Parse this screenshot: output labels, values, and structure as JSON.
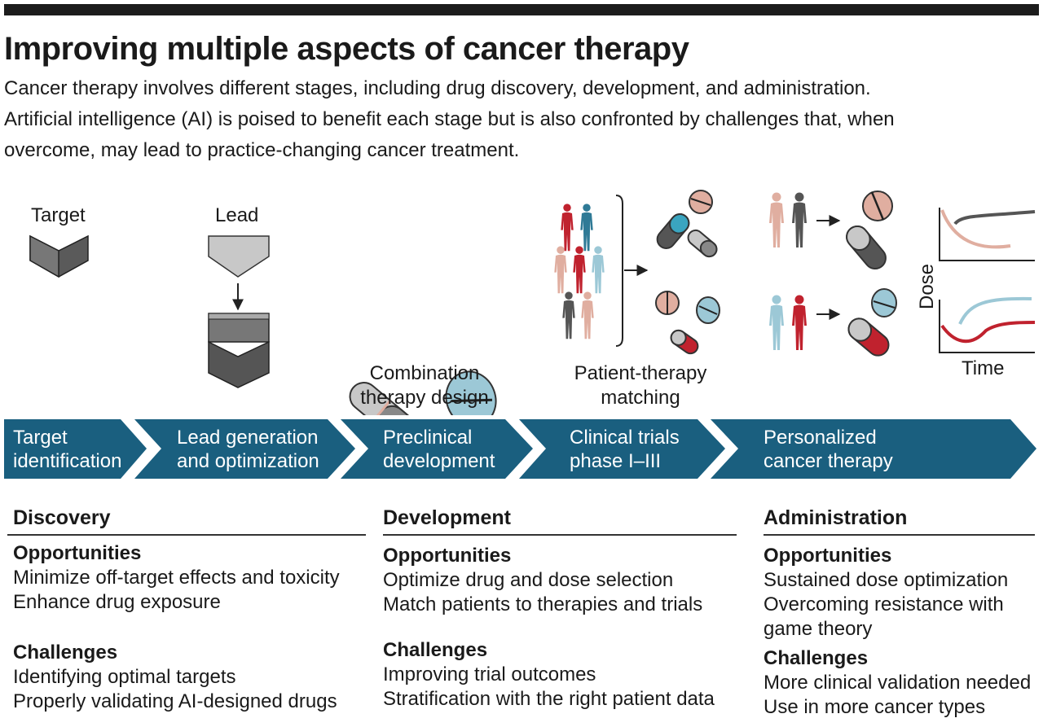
{
  "title": "Improving multiple aspects of cancer therapy",
  "subtitle": [
    "Cancer therapy involves different stages, including drug discovery, development, and administration.",
    "Artificial intelligence (AI) is poised to benefit each stage but is also confronted by challenges that, when",
    "overcome, may lead to practice-changing cancer treatment."
  ],
  "illustration_labels": {
    "target": "Target",
    "lead": "Lead",
    "combination": [
      "Combination",
      "therapy design"
    ],
    "patient_matching": [
      "Patient-therapy",
      "matching"
    ],
    "dose_axis": "Dose",
    "time_axis": "Time"
  },
  "stages": [
    {
      "line1": "Target",
      "line2": "identification"
    },
    {
      "line1": "Lead generation",
      "line2": "and optimization"
    },
    {
      "line1": "Preclinical",
      "line2": "development"
    },
    {
      "line1": "Clinical trials",
      "line2": "phase I–III"
    },
    {
      "line1": "Personalized",
      "line2": "cancer therapy"
    }
  ],
  "sections": [
    {
      "heading": "Discovery",
      "opportunities_label": "Opportunities",
      "opportunities": [
        "Minimize off-target effects and toxicity",
        "Enhance drug exposure"
      ],
      "challenges_label": "Challenges",
      "challenges": [
        "Identifying optimal targets",
        "Properly validating AI-designed drugs"
      ]
    },
    {
      "heading": "Development",
      "opportunities_label": "Opportunities",
      "opportunities": [
        "Optimize drug and dose selection",
        "Match patients to therapies and trials"
      ],
      "challenges_label": "Challenges",
      "challenges": [
        "Improving trial outcomes",
        "Stratification with the right patient data"
      ]
    },
    {
      "heading": "Administration",
      "opportunities_label": "Opportunities",
      "opportunities": [
        "Sustained dose optimization",
        "Overcoming resistance with",
        "game theory"
      ],
      "challenges_label": "Challenges",
      "challenges": [
        "More clinical validation needed",
        "Use in more cancer types"
      ]
    }
  ],
  "colors": {
    "banner": "#1a5f7f",
    "dark_gray": "#555555",
    "light_gray": "#c8c8c8",
    "pill_blue": "#9cc8d6",
    "pill_pink": "#e0aea0",
    "red": "#c0222e",
    "teal": "#2f7a96"
  }
}
